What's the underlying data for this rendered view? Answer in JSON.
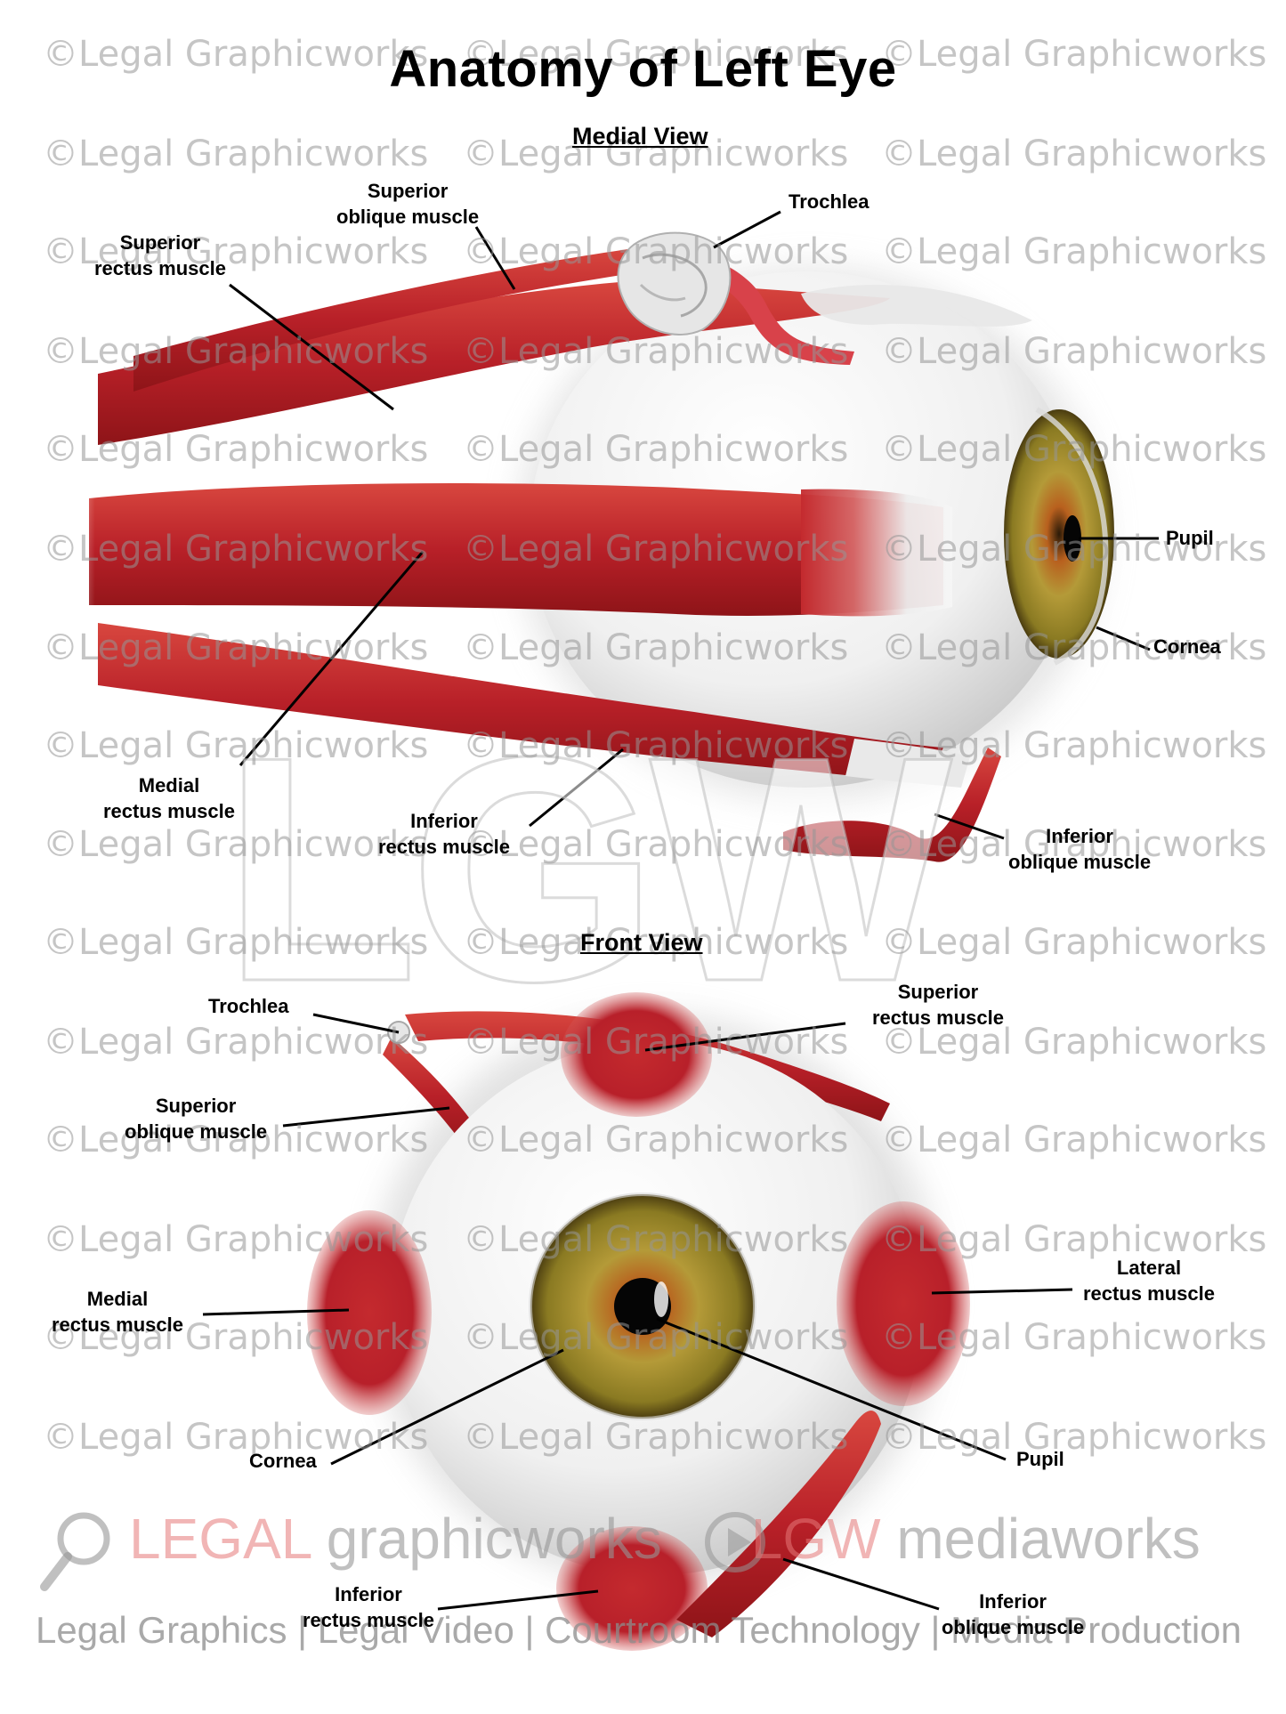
{
  "title": "Anatomy of Left Eye",
  "sections": {
    "medial": "Medial View",
    "front": "Front View"
  },
  "medial_labels": {
    "superior_oblique": [
      "Superior",
      "oblique muscle"
    ],
    "trochlea": "Trochlea",
    "superior_rectus": [
      "Superior",
      "rectus muscle"
    ],
    "pupil": "Pupil",
    "cornea": "Cornea",
    "medial_rectus": [
      "Medial",
      "rectus muscle"
    ],
    "inferior_rectus": [
      "Inferior",
      "rectus muscle"
    ],
    "inferior_oblique": [
      "Inferior",
      "oblique muscle"
    ]
  },
  "front_labels": {
    "trochlea": "Trochlea",
    "superior_rectus": [
      "Superior",
      "rectus muscle"
    ],
    "superior_oblique": [
      "Superior",
      "oblique muscle"
    ],
    "medial_rectus": [
      "Medial",
      "rectus muscle"
    ],
    "lateral_rectus": [
      "Lateral",
      "rectus muscle"
    ],
    "cornea": "Cornea",
    "pupil": "Pupil",
    "inferior_rectus": [
      "Inferior",
      "rectus muscle"
    ],
    "inferior_oblique": [
      "Inferior",
      "oblique muscle"
    ]
  },
  "watermark": {
    "text": "©Legal Graphicworks",
    "big": "LGW",
    "brand_legal": "LEGAL",
    "brand_graphicworks": " graphicworks",
    "brand_lgw": "LGW",
    "brand_mediaworks": " mediaworks",
    "tagline": "Legal Graphics | Legal Video | Courtroom Technology | Media Production"
  },
  "colors": {
    "muscle": "#c42a2e",
    "muscle_dark": "#8e1418",
    "tendon": "#e9e9e9",
    "sclera": "#f4f4f4",
    "iris": "#9a8a2a",
    "iris_inner": "#c0782a",
    "pupil": "#050505"
  }
}
